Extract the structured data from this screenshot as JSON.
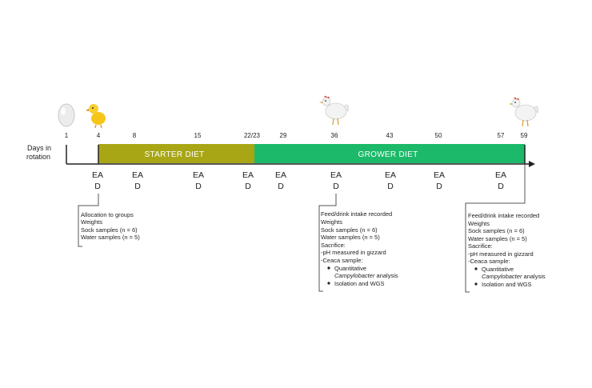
{
  "axis": {
    "label_line1": "Days in",
    "label_line2": "rotation",
    "days": [
      "1",
      "4",
      "8",
      "15",
      "22/23",
      "29",
      "36",
      "43",
      "50",
      "57",
      "59"
    ]
  },
  "diets": {
    "starter": {
      "label": "STARTER DIET",
      "color": "#a8a615"
    },
    "grower": {
      "label": "GROWER DIET",
      "color": "#1bb969"
    }
  },
  "markers": [
    {
      "day": "4",
      "ea": "EA",
      "d": "D"
    },
    {
      "day": "8",
      "ea": "EA",
      "d": "D"
    },
    {
      "day": "15",
      "ea": "EA",
      "d": "D"
    },
    {
      "day": "22/23",
      "ea": "EA",
      "d": "D"
    },
    {
      "day": "29",
      "ea": "EA",
      "d": "D"
    },
    {
      "day": "36",
      "ea": "EA",
      "d": "D"
    },
    {
      "day": "43",
      "ea": "EA",
      "d": "D"
    },
    {
      "day": "50",
      "ea": "EA",
      "d": "D"
    },
    {
      "day": "57",
      "ea": "EA",
      "d": "D"
    }
  ],
  "icons": {
    "egg": "egg-icon",
    "chick": "chick-icon",
    "hen_day36": "hen-icon",
    "hen_day59": "hen-icon"
  },
  "note_day4": {
    "lines": [
      "Allocation to groups",
      "Weights",
      "Sock samples (n = 6)",
      "Water samples (n = 5)"
    ]
  },
  "note_day36": {
    "lines": [
      "Feed/drink intake recorded",
      "Weights",
      "Sock samples (n = 6)",
      "Water samples (n = 5)",
      "Sacrifice:",
      "-pH measured in gizzard",
      "-Ceaca sample:"
    ],
    "bullet1_line1": "Quantitative",
    "bullet1_italic": "Campylobacter",
    "bullet1_rest": " analysis",
    "bullet2": "Isolation and WGS"
  },
  "note_day59": {
    "lines": [
      "Feed/drink intake recorded",
      "Weights",
      "Sock samples (n = 6)",
      "Water samples (n = 5)",
      "Sacrifice:",
      "-pH measured in gizzard",
      "-Ceaca sample:"
    ],
    "bullet1_line1": "Quantitative",
    "bullet1_italic": "Campylobacter",
    "bullet1_rest": " analysis",
    "bullet2": "Isolation and WGS"
  }
}
